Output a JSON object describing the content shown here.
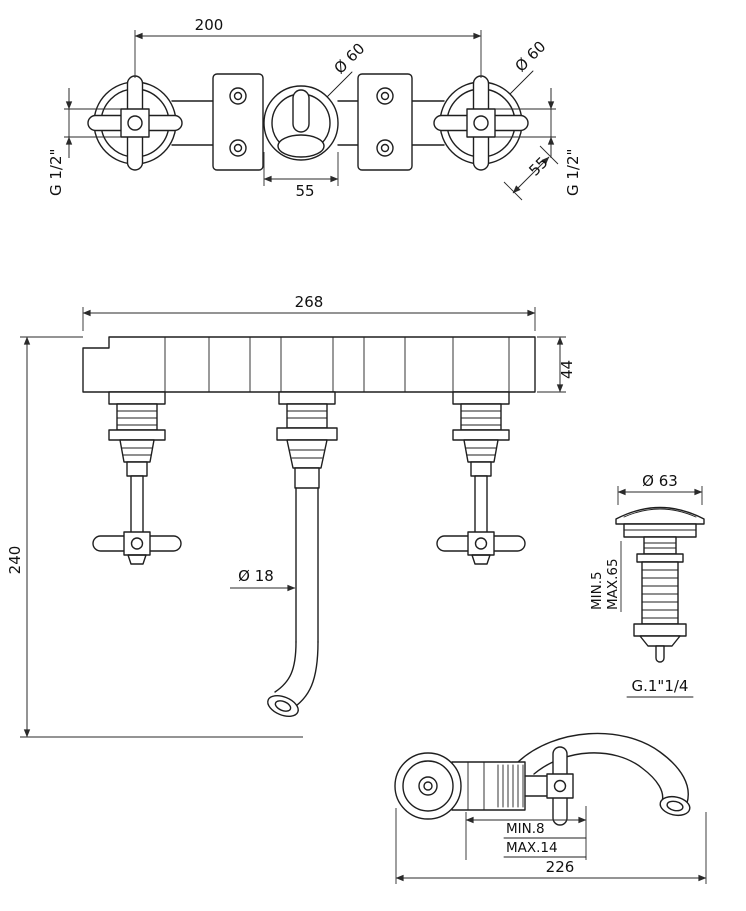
{
  "drawing": {
    "top_view": {
      "hole_spacing": "200",
      "escutcheon_diameter": "Ø 60",
      "handle_diameter": "Ø 60",
      "escutcheon_width": "55",
      "handle_width": "55",
      "inlet_thread_left": "G 1/2\"",
      "inlet_thread_right": "G 1/2\""
    },
    "front_view": {
      "overall_width": "268",
      "body_height": "44",
      "overall_height": "240",
      "spout_diameter": "Ø 18"
    },
    "drain_detail": {
      "cap_diameter": "Ø 63",
      "adjust_min": "MIN.5",
      "adjust_max": "MAX.65",
      "thread": "G.1\"1/4"
    },
    "side_view": {
      "wall_min": "MIN.8",
      "wall_max": "MAX.14",
      "spout_reach": "226"
    }
  }
}
